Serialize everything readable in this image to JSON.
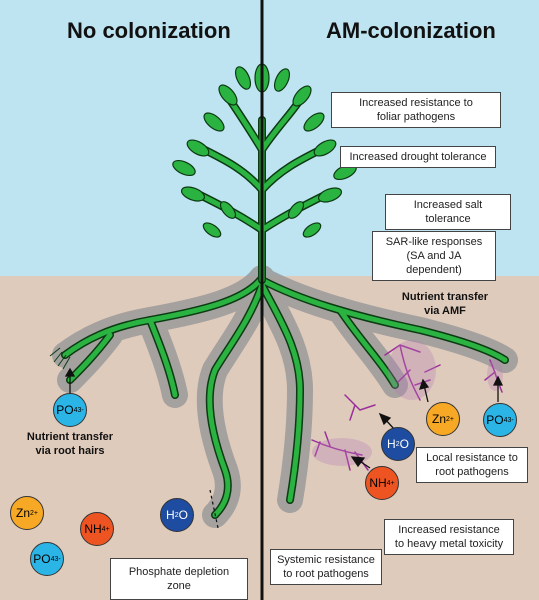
{
  "headings": {
    "left": "No colonization",
    "right": "AM-colonization"
  },
  "effects": {
    "foliar": [
      "Increased resistance to",
      "foliar pathogens"
    ],
    "drought": "Increased drought tolerance",
    "salt": "Increased salt tolerance",
    "sar": [
      "SAR-like responses",
      "(SA and JA dependent)"
    ],
    "local": [
      "Local resistance to",
      "root pathogens"
    ],
    "heavy_metal": [
      "Increased resistance",
      "to heavy metal toxicity"
    ],
    "systemic": [
      "Systemic resistance",
      "to root pathogens"
    ]
  },
  "labels": {
    "amf_transfer": [
      "Nutrient transfer",
      "via AMF"
    ],
    "root_hair_transfer": [
      "Nutrient transfer",
      "via root hairs"
    ],
    "phosphate_zone": "Phosphate depletion zone"
  },
  "nutrients": {
    "po4": {
      "base": "PO",
      "sub": "4",
      "sup": "3-"
    },
    "zn": {
      "base": "Zn",
      "sup": "2+"
    },
    "nh4": {
      "base": "NH",
      "sub": "4",
      "sup": "+"
    },
    "h2o": {
      "base": "H",
      "sub": "2",
      "tail": "O"
    }
  },
  "colors": {
    "sky": "#bfe4f1",
    "soil": "#dfcbbc",
    "plant": "#2bb342",
    "plant_outline": "#0c3a12",
    "depletion_zone": "#9a9a9a",
    "hyphae": "#9b2f9b",
    "po4": "#2bb4e6",
    "zn": "#f7a925",
    "nh4": "#ee5422",
    "h2o": "#1e4ca0"
  }
}
